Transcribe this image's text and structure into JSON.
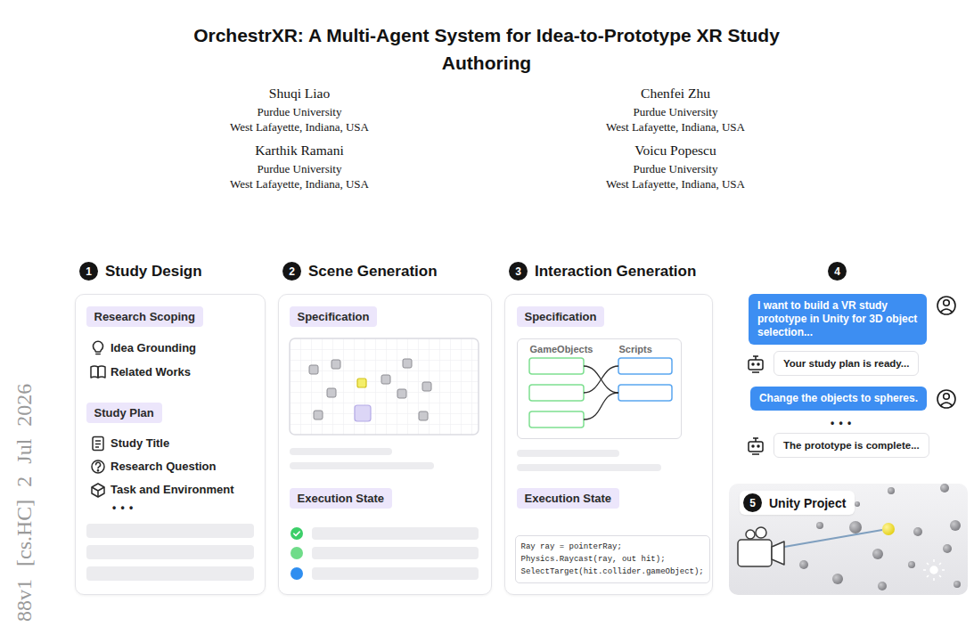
{
  "diagram": {
    "title": "OrchestrXR: A Multi-Agent System for Idea-to-Prototype XR Study Authoring",
    "nodes": [
      {
        "text": [
          "1",
          "Study Design"
        ]
      },
      {
        "text": [
          "Research Scoping"
        ],
        "in": 0
      },
      {
        "text": [
          "Study Plan"
        ],
        "in": 0
      },
      {
        "text": [
          "2",
          "Scene Generation"
        ]
      },
      {
        "text": [
          "Specification"
        ],
        "in": 3
      },
      {
        "text": [
          "Execution State"
        ],
        "in": 3
      },
      {
        "text": [
          "3",
          "Interaction Generation"
        ]
      },
      {
        "text": [
          "Specification"
        ],
        "in": 6
      },
      {
        "text": [
          "GameObjects",
          "Scripts"
        ],
        "in": 6
      },
      {
        "text": [
          "Execution State"
        ],
        "in": 6
      },
      {
        "text": [
          "Ray ray = pointerRay;",
          "Physics.Raycast(ray, out hit);",
          "SelectTarget(hit.collider.gameObject);"
        ],
        "in": 6
      },
      {
        "text": [
          "I want to build a VR study prototype in Unity for 3D object selection..."
        ]
      },
      {
        "text": [
          "Your study plan is ready..."
        ]
      },
      {
        "text": [
          "Change the objects to spheres."
        ]
      },
      {
        "text": [
          "The prototype is complete..."
        ]
      },
      {
        "text": [
          "5",
          "Unity Project"
        ]
      }
    ],
    "labels": [
      "Shuqi Liao",
      "Purdue University",
      "West Lafayette, Indiana, USA",
      "Chenfei Zhu",
      "Purdue University",
      "West Lafayette, Indiana, USA",
      "Karthik Ramani",
      "Purdue University",
      "West Lafayette, Indiana, USA",
      "Voicu Popescu",
      "Purdue University",
      "West Lafayette, Indiana, USA",
      "88v1 [cs.HC] 2 Jul 2026",
      "Idea Grounding",
      "Related Works",
      "Study Title",
      "Research Question",
      "Task and Environment",
      "• • •",
      "4",
      "• • •"
    ]
  }
}
